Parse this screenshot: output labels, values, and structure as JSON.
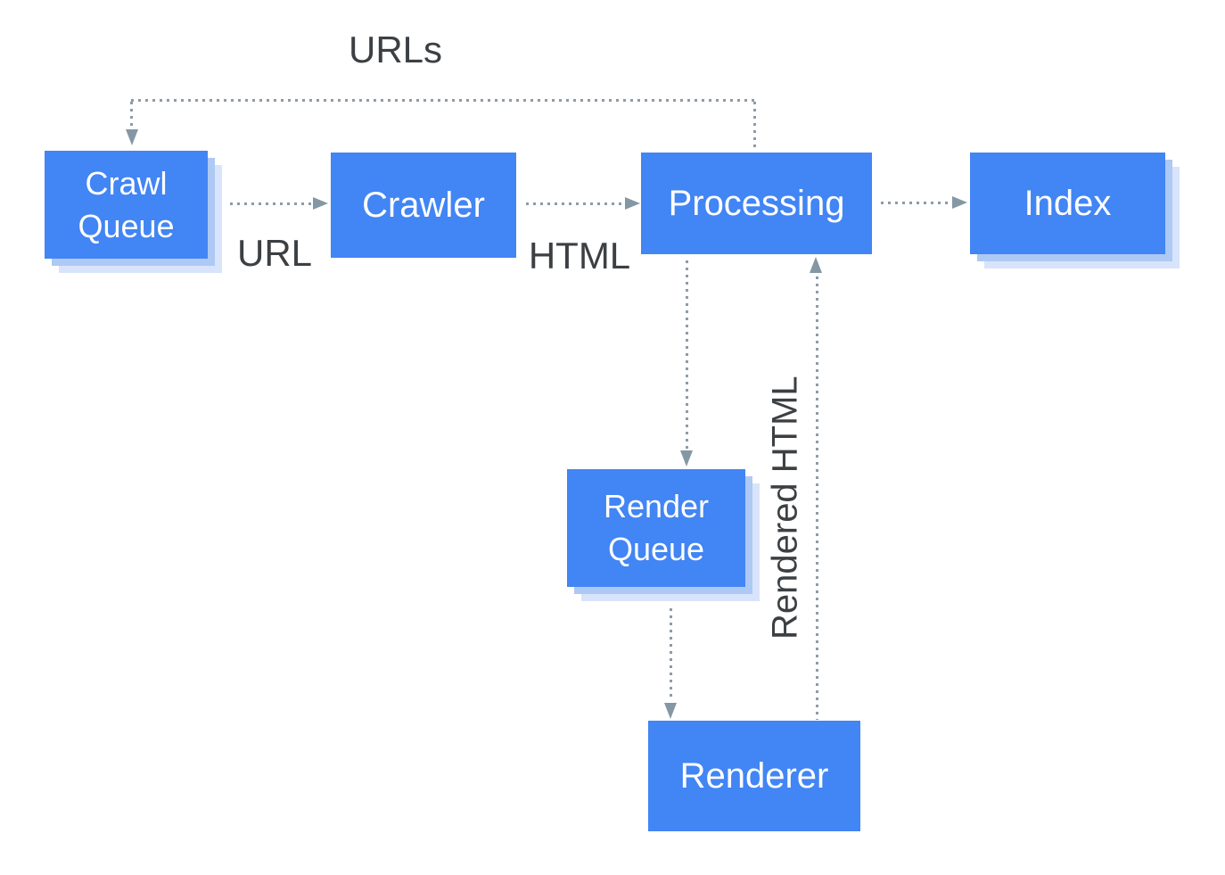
{
  "diagram": {
    "nodes": {
      "crawl_queue": {
        "label": "Crawl Queue"
      },
      "crawler": {
        "label": "Crawler"
      },
      "processing": {
        "label": "Processing"
      },
      "index": {
        "label": "Index"
      },
      "render_queue": {
        "label": "Render Queue"
      },
      "renderer": {
        "label": "Renderer"
      }
    },
    "edges": [
      {
        "from": "crawl_queue",
        "to": "crawler",
        "label": "URL"
      },
      {
        "from": "crawler",
        "to": "processing",
        "label": "HTML"
      },
      {
        "from": "processing",
        "to": "index",
        "label": ""
      },
      {
        "from": "processing",
        "to": "crawl_queue",
        "label": "URLs"
      },
      {
        "from": "processing",
        "to": "render_queue",
        "label": ""
      },
      {
        "from": "render_queue",
        "to": "renderer",
        "label": ""
      },
      {
        "from": "renderer",
        "to": "processing",
        "label": "Rendered HTML"
      }
    ],
    "colors": {
      "node_fill": "#4285F4",
      "node_text": "#FFFFFF",
      "shadow_inner": "#AEC9F3",
      "shadow_outer": "#D8E4FB",
      "dot": "#8E9BA6",
      "arrowhead": "#8497A4",
      "label_text": "#3C4043",
      "background": "#FFFFFF"
    }
  }
}
